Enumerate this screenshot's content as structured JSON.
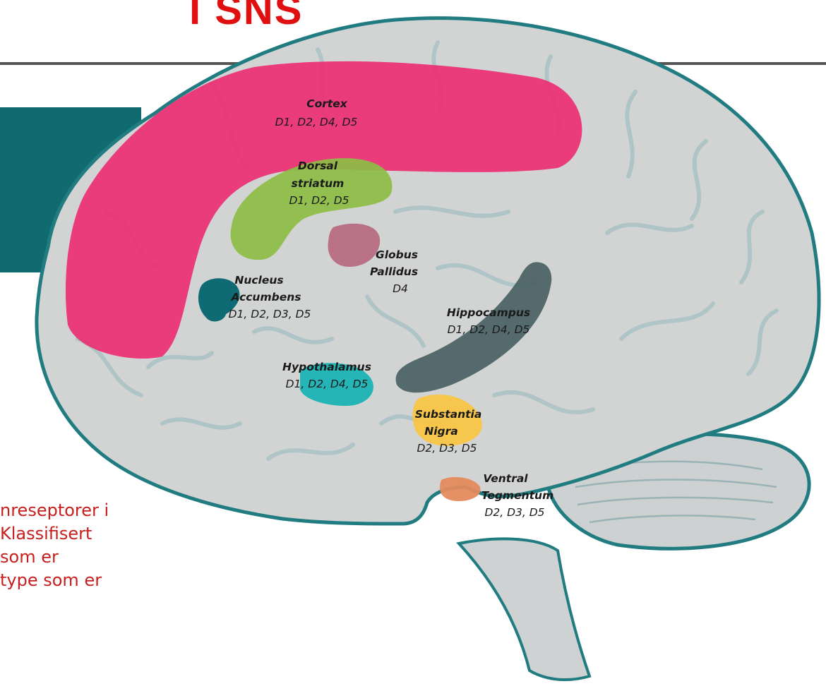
{
  "slide": {
    "title": "I SNS",
    "body_lines": [
      "nreseptorer i",
      "Klassifisert",
      "som er",
      "type som er"
    ]
  },
  "regions": [
    {
      "name": "Cortex",
      "receptors": "D1, D2, D4, D5",
      "color": "#ec2f73"
    },
    {
      "name": "Dorsal striatum",
      "receptors": "D1, D2, D5",
      "color": "#8dbd45"
    },
    {
      "name": "Globus Pallidus",
      "receptors": "D4",
      "color": "#b5667c"
    },
    {
      "name": "Nucleus Accumbens",
      "receptors": "D1, D2, D3, D5",
      "color": "#0f6b73"
    },
    {
      "name": "Hippocampus",
      "receptors": "D1, D2, D4, D5",
      "color": "#4d6467"
    },
    {
      "name": "Hypothalamus",
      "receptors": "D1, D2, D4, D5",
      "color": "#1bb3b4"
    },
    {
      "name": "Substantia Nigra",
      "receptors": "D2, D3, D5",
      "color": "#f9c545"
    },
    {
      "name": "Ventral Tegmentum",
      "receptors": "D2, D3, D5",
      "color": "#e48a5d"
    }
  ],
  "labels": {
    "cortex": [
      "Cortex"
    ],
    "dorsal_striatum": [
      "Dorsal",
      "striatum"
    ],
    "globus_pallidus": [
      "Globus",
      "Pallidus"
    ],
    "nucleus_accumbens": [
      "Nucleus",
      "Accumbens"
    ],
    "hippocampus": [
      "Hippocampus"
    ],
    "hypothalamus": [
      "Hypothalamus"
    ],
    "substantia_nigra": [
      "Substantia",
      "Nigra"
    ],
    "ventral_tegmentum": [
      "Ventral",
      "Tegmentum"
    ]
  }
}
